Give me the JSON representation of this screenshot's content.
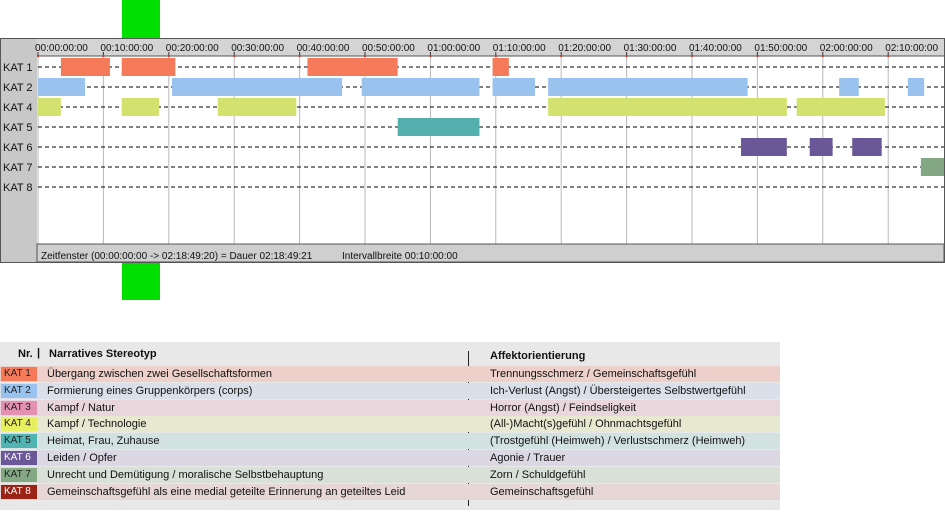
{
  "chart_data": {
    "type": "gantt",
    "time_ticks": [
      "00:00:00:00",
      "00:10:00:00",
      "00:20:00:00",
      "00:30:00:00",
      "00:40:00:00",
      "00:50:00:00",
      "01:00:00:00",
      "01:10:00:00",
      "01:20:00:00",
      "01:30:00:00",
      "01:40:00:00",
      "01:50:00:00",
      "02:00:00:00",
      "02:10:00:00"
    ],
    "x_range_minutes": [
      0,
      138.82
    ],
    "status_bar": {
      "window": "Zeitfenster (00:00:00:00 -> 02:18:49:20) = Dauer 02:18:49:21",
      "interval": "Intervallbreite 00:10:00:00"
    },
    "rows": [
      {
        "label": "KAT 1",
        "color": "#f47a5a",
        "segments": [
          [
            3.5,
            11
          ],
          [
            12.8,
            21
          ],
          [
            41.2,
            55
          ],
          [
            69.5,
            72
          ]
        ]
      },
      {
        "label": "KAT 2",
        "color": "#99c2ee",
        "segments": [
          [
            0,
            7.2
          ],
          [
            20.5,
            46.5
          ],
          [
            49.5,
            67.5
          ],
          [
            69.5,
            76
          ],
          [
            78,
            108.5
          ],
          [
            122.5,
            125.5
          ],
          [
            133,
            135.5
          ]
        ]
      },
      {
        "label": "KAT 4",
        "color": "#d3e26e",
        "segments": [
          [
            0,
            3.5
          ],
          [
            12.8,
            18.5
          ],
          [
            27.5,
            39.5
          ],
          [
            78,
            114.5
          ],
          [
            116,
            129.5
          ]
        ]
      },
      {
        "label": "KAT 5",
        "color": "#53b0ae",
        "segments": [
          [
            55,
            67.5
          ]
        ]
      },
      {
        "label": "KAT 6",
        "color": "#6a5797",
        "segments": [
          [
            107.5,
            114.5
          ],
          [
            118,
            121.5
          ],
          [
            124.5,
            129
          ]
        ]
      },
      {
        "label": "KAT 7",
        "color": "#83a883",
        "segments": [
          [
            135,
            140
          ]
        ]
      },
      {
        "label": "KAT 8",
        "color": "#9a2316",
        "segments": []
      }
    ]
  },
  "legend": {
    "header_nr": "Nr.",
    "header_narrative": "Narratives Stereotyp",
    "header_affect": "Affektorientierung",
    "rows": [
      {
        "badge": "KAT 1",
        "badge_color": "#f47a5a",
        "badge_text_color": "#222222",
        "row_color": "#ecd0c9",
        "narrative": "Übergang zwischen zwei Gesellschaftsformen",
        "affect": "Trennungsschmerz / Gemeinschaftsgefühl"
      },
      {
        "badge": "KAT 2",
        "badge_color": "#99c2ee",
        "badge_text_color": "#222222",
        "row_color": "#d9e0ea",
        "narrative": "Formierung eines Gruppenkörpers (corps)",
        "affect": "Ich-Verlust (Angst) / Übersteigertes Selbstwertgefühl"
      },
      {
        "badge": "KAT 3",
        "badge_color": "#e490b0",
        "badge_text_color": "#222222",
        "row_color": "#e8d6dc",
        "narrative": "Kampf / Natur",
        "affect": "Horror (Angst) / Feindseligkeit"
      },
      {
        "badge": "KAT 4",
        "badge_color": "#e8f060",
        "badge_text_color": "#222222",
        "row_color": "#e6e8d0",
        "narrative": "Kampf / Technologie",
        "affect": "(All-)Macht(s)gefühl / Ohnmachtsgefühl"
      },
      {
        "badge": "KAT 5",
        "badge_color": "#50b4b2",
        "badge_text_color": "#222222",
        "row_color": "#d2e2e0",
        "narrative": "Heimat, Frau, Zuhause",
        "affect": "(Trostgefühl (Heimweh) / Verlustschmerz (Heimweh)"
      },
      {
        "badge": "KAT 6",
        "badge_color": "#6a5797",
        "badge_text_color": "#ffffff",
        "row_color": "#dbd8e4",
        "narrative": "Leiden / Opfer",
        "affect": "Agonie / Trauer"
      },
      {
        "badge": "KAT 7",
        "badge_color": "#83a883",
        "badge_text_color": "#222222",
        "row_color": "#d8e0d8",
        "narrative": "Unrecht und Demütigung / moralische Selbstbehauptung",
        "affect": "Zorn / Schuldgefühl"
      },
      {
        "badge": "KAT 8",
        "badge_color": "#9a2316",
        "badge_text_color": "#ffffff",
        "row_color": "#e6d6d6",
        "narrative": "Gemeinschaftsgefühl als eine medial geteilte Erinnerung an geteiltes Leid",
        "affect": "Gemeinschaftsgefühl"
      }
    ]
  }
}
